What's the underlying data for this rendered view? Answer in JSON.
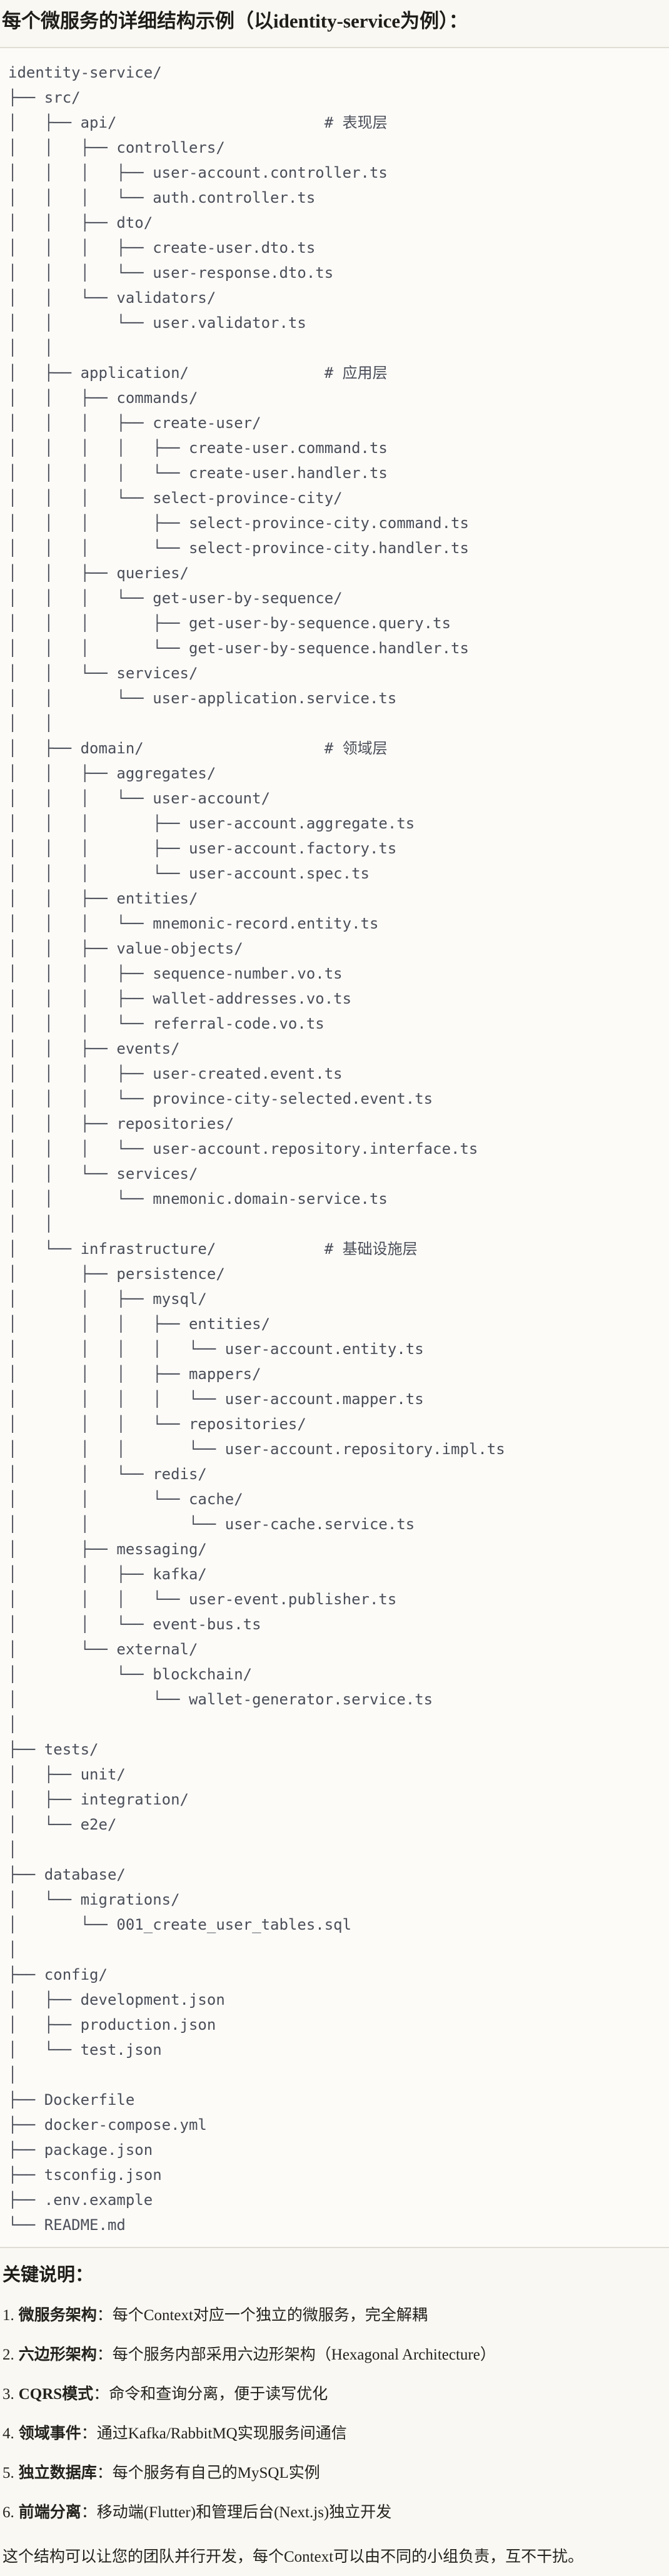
{
  "title": "每个微服务的详细结构示例（以identity-service为例）：",
  "tree_lines": [
    "identity-service/",
    "├── src/",
    "│   ├── api/                       # 表现层",
    "│   │   ├── controllers/",
    "│   │   │   ├── user-account.controller.ts",
    "│   │   │   └── auth.controller.ts",
    "│   │   ├── dto/",
    "│   │   │   ├── create-user.dto.ts",
    "│   │   │   └── user-response.dto.ts",
    "│   │   └── validators/",
    "│   │       └── user.validator.ts",
    "│   │",
    "│   ├── application/               # 应用层",
    "│   │   ├── commands/",
    "│   │   │   ├── create-user/",
    "│   │   │   │   ├── create-user.command.ts",
    "│   │   │   │   └── create-user.handler.ts",
    "│   │   │   └── select-province-city/",
    "│   │   │       ├── select-province-city.command.ts",
    "│   │   │       └── select-province-city.handler.ts",
    "│   │   ├── queries/",
    "│   │   │   └── get-user-by-sequence/",
    "│   │   │       ├── get-user-by-sequence.query.ts",
    "│   │   │       └── get-user-by-sequence.handler.ts",
    "│   │   └── services/",
    "│   │       └── user-application.service.ts",
    "│   │",
    "│   ├── domain/                    # 领域层",
    "│   │   ├── aggregates/",
    "│   │   │   └── user-account/",
    "│   │   │       ├── user-account.aggregate.ts",
    "│   │   │       ├── user-account.factory.ts",
    "│   │   │       └── user-account.spec.ts",
    "│   │   ├── entities/",
    "│   │   │   └── mnemonic-record.entity.ts",
    "│   │   ├── value-objects/",
    "│   │   │   ├── sequence-number.vo.ts",
    "│   │   │   ├── wallet-addresses.vo.ts",
    "│   │   │   └── referral-code.vo.ts",
    "│   │   ├── events/",
    "│   │   │   ├── user-created.event.ts",
    "│   │   │   └── province-city-selected.event.ts",
    "│   │   ├── repositories/",
    "│   │   │   └── user-account.repository.interface.ts",
    "│   │   └── services/",
    "│   │       └── mnemonic.domain-service.ts",
    "│   │",
    "│   └── infrastructure/            # 基础设施层",
    "│       ├── persistence/",
    "│       │   ├── mysql/",
    "│       │   │   ├── entities/",
    "│       │   │   │   └── user-account.entity.ts",
    "│       │   │   ├── mappers/",
    "│       │   │   │   └── user-account.mapper.ts",
    "│       │   │   └── repositories/",
    "│       │   │       └── user-account.repository.impl.ts",
    "│       │   └── redis/",
    "│       │       └── cache/",
    "│       │           └── user-cache.service.ts",
    "│       ├── messaging/",
    "│       │   ├── kafka/",
    "│       │   │   └── user-event.publisher.ts",
    "│       │   └── event-bus.ts",
    "│       └── external/",
    "│           └── blockchain/",
    "│               └── wallet-generator.service.ts",
    "│",
    "├── tests/",
    "│   ├── unit/",
    "│   ├── integration/",
    "│   └── e2e/",
    "│",
    "├── database/",
    "│   └── migrations/",
    "│       └── 001_create_user_tables.sql",
    "│",
    "├── config/",
    "│   ├── development.json",
    "│   ├── production.json",
    "│   └── test.json",
    "│",
    "├── Dockerfile",
    "├── docker-compose.yml",
    "├── package.json",
    "├── tsconfig.json",
    "├── .env.example",
    "└── README.md"
  ],
  "notes_heading": "关键说明：",
  "notes": [
    {
      "num": "1.",
      "label": "微服务架构",
      "text": "：每个Context对应一个独立的微服务，完全解耦"
    },
    {
      "num": "2.",
      "label": "六边形架构",
      "text": "：每个服务内部采用六边形架构（Hexagonal Architecture）"
    },
    {
      "num": "3.",
      "label": "CQRS模式",
      "text": "：命令和查询分离，便于读写优化"
    },
    {
      "num": "4.",
      "label": "领域事件",
      "text": "：通过Kafka/RabbitMQ实现服务间通信"
    },
    {
      "num": "5.",
      "label": "独立数据库",
      "text": "：每个服务有自己的MySQL实例"
    },
    {
      "num": "6.",
      "label": "前端分离",
      "text": "：移动端(Flutter)和管理后台(Next.js)独立开发"
    }
  ],
  "footer": "这个结构可以让您的团队并行开发，每个Context可以由不同的小组负责，互不干扰。"
}
